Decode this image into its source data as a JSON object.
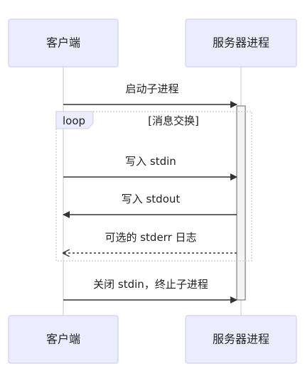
{
  "actors": {
    "client": "客户端",
    "server": "服务器进程"
  },
  "messages": [
    {
      "text": "启动子进程",
      "direction": "right",
      "style": "solid"
    },
    {
      "text": "写入 stdin",
      "direction": "right",
      "style": "solid"
    },
    {
      "text": "写入 stdout",
      "direction": "left",
      "style": "solid"
    },
    {
      "text": "可选的 stderr 日志",
      "direction": "left",
      "style": "dashed"
    },
    {
      "text": "关闭 stdin，终止子进程",
      "direction": "right",
      "style": "solid"
    }
  ],
  "loop": {
    "keyword": "loop",
    "condition": "[消息交换]"
  },
  "colors": {
    "actor_fill": "#ececff",
    "actor_stroke": "#c9c9f0",
    "arrow": "#333333"
  }
}
